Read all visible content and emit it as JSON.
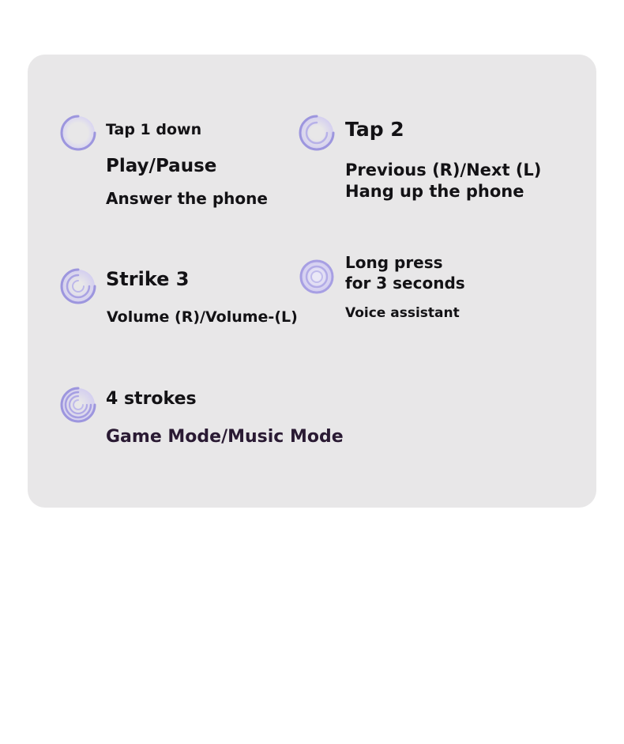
{
  "colors": {
    "card_background": "#e8e7e8",
    "text": "#131215",
    "accent_text": "#2a1a33",
    "icon_ring": "#9d96de"
  },
  "gestures": [
    {
      "icon": "single-tap-ring-icon",
      "title": "Tap 1 down",
      "actions": [
        "Play/Pause",
        "Answer the phone"
      ]
    },
    {
      "icon": "double-tap-ring-icon",
      "title": "Tap 2",
      "actions": [
        "Previous (R)/Next (L)",
        "Hang up the phone"
      ]
    },
    {
      "icon": "triple-tap-ring-icon",
      "title": "Strike 3",
      "actions": [
        "Volume (R)/Volume-(L)"
      ]
    },
    {
      "icon": "long-press-ring-icon",
      "title_lines": [
        "Long press",
        "for 3 seconds"
      ],
      "actions": [
        "Voice assistant"
      ]
    },
    {
      "icon": "quad-tap-ring-icon",
      "title": "4 strokes",
      "actions": [
        "Game Mode/Music Mode"
      ]
    }
  ]
}
